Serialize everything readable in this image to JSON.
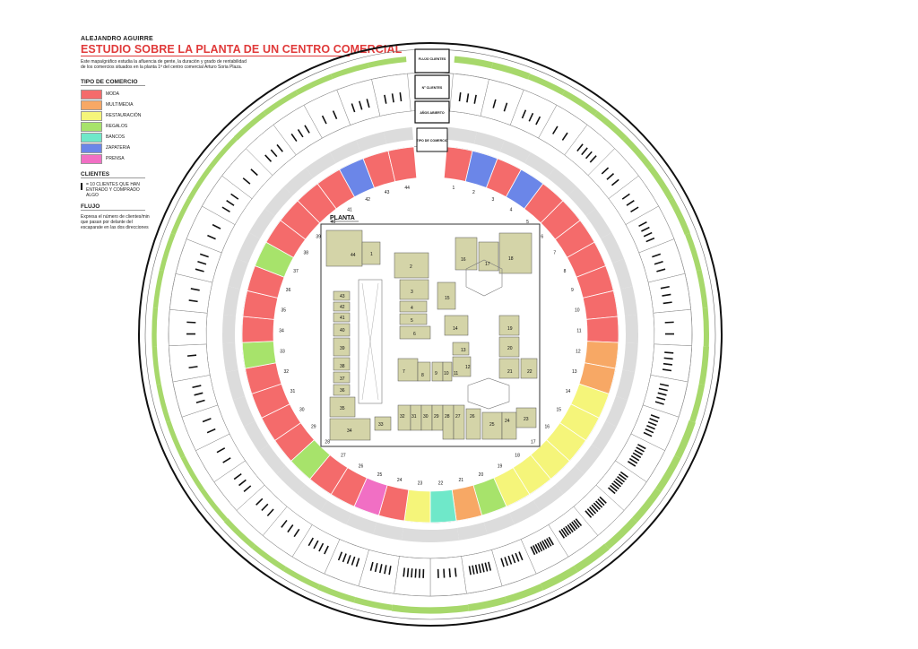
{
  "legend": {
    "author": "ALEJANDRO AGUIRRE",
    "title": "ESTUDIO SOBRE LA PLANTA DE UN CENTRO COMERCIAL",
    "description": "Este mapa/gráfico estudia la afluencia de gente, la duración y grado de rentabilidad de los comercios situados en la planta 1ª del centro comercial Arturo Soria Plaza.",
    "tipo_title": "TIPO DE COMERCIO",
    "types": [
      {
        "key": "moda",
        "label": "MODA",
        "color": "#f46b6b"
      },
      {
        "key": "multimedia",
        "label": "MULTIMEDIA",
        "color": "#f7a865"
      },
      {
        "key": "restauracion",
        "label": "RESTAURACIÓN",
        "color": "#f5f57a"
      },
      {
        "key": "regalos",
        "label": "REGALOS",
        "color": "#a7e36b"
      },
      {
        "key": "bancos",
        "label": "BANCOS",
        "color": "#6fe8c9"
      },
      {
        "key": "zapateria",
        "label": "ZAPATERIA",
        "color": "#6b86e8"
      },
      {
        "key": "prensa",
        "label": "PRENSA",
        "color": "#f16fc4"
      }
    ],
    "clientes_title": "CLIENTES",
    "clientes_desc": "= 10 CLIENTES QUE HAN ENTRADO Y COMPRADO ALGO",
    "flujo_title": "FLUJO",
    "flujo_desc": "Expresa el número de clientes/min que pasan por delante del escaparate en las dos direcciones"
  },
  "header_boxes": {
    "flujo": "FLUJO CLIENTES",
    "clientes": "Nº CLIENTES",
    "anos": "AÑOS ABIERTO",
    "tipo": "TIPO DE COMERCIO"
  },
  "plan": {
    "label": "PLANTA",
    "rooms": [
      "44",
      "1",
      "2",
      "3",
      "4",
      "5",
      "6",
      "7",
      "8",
      "9",
      "10",
      "11",
      "12",
      "13",
      "14",
      "15",
      "16",
      "17",
      "18",
      "19",
      "20",
      "21",
      "22",
      "23",
      "24",
      "25",
      "26",
      "27",
      "28",
      "29",
      "30",
      "31",
      "32",
      "33",
      "34",
      "35",
      "36",
      "37",
      "38",
      "39",
      "40",
      "41",
      "42",
      "43"
    ]
  },
  "stores": [
    {
      "n": "1",
      "type": "moda",
      "clients": 3,
      "flow": 0.7
    },
    {
      "n": "2",
      "type": "zapateria",
      "clients": 2,
      "flow": 0.7
    },
    {
      "n": "3",
      "type": "moda",
      "clients": 3,
      "flow": 0.6
    },
    {
      "n": "4",
      "type": "zapateria",
      "clients": 2,
      "flow": 0.6
    },
    {
      "n": "5",
      "type": "moda",
      "clients": 4,
      "flow": 0.6
    },
    {
      "n": "6",
      "type": "moda",
      "clients": 3,
      "flow": 0.6
    },
    {
      "n": "7",
      "type": "moda",
      "clients": 3,
      "flow": 0.6
    },
    {
      "n": "8",
      "type": "moda",
      "clients": 4,
      "flow": 0.6
    },
    {
      "n": "9",
      "type": "moda",
      "clients": 3,
      "flow": 0.5
    },
    {
      "n": "10",
      "type": "moda",
      "clients": 3,
      "flow": 0.5
    },
    {
      "n": "11",
      "type": "moda",
      "clients": 2,
      "flow": 0.5
    },
    {
      "n": "12",
      "type": "multimedia",
      "clients": 4,
      "flow": 0.6
    },
    {
      "n": "13",
      "type": "multimedia",
      "clients": 5,
      "flow": 0.6
    },
    {
      "n": "14",
      "type": "restauracion",
      "clients": 6,
      "flow": 0.8
    },
    {
      "n": "15",
      "type": "restauracion",
      "clients": 7,
      "flow": 0.8
    },
    {
      "n": "16",
      "type": "restauracion",
      "clients": 8,
      "flow": 0.8
    },
    {
      "n": "17",
      "type": "restauracion",
      "clients": 8,
      "flow": 0.8
    },
    {
      "n": "18",
      "type": "restauracion",
      "clients": 9,
      "flow": 0.9
    },
    {
      "n": "19",
      "type": "restauracion",
      "clients": 9,
      "flow": 0.9
    },
    {
      "n": "20",
      "type": "regalos",
      "clients": 6,
      "flow": 0.8
    },
    {
      "n": "21",
      "type": "multimedia",
      "clients": 7,
      "flow": 0.8
    },
    {
      "n": "22",
      "type": "bancos",
      "clients": 4,
      "flow": 0.7
    },
    {
      "n": "23",
      "type": "restauracion",
      "clients": 6,
      "flow": 0.7
    },
    {
      "n": "24",
      "type": "moda",
      "clients": 5,
      "flow": 0.6
    },
    {
      "n": "25",
      "type": "prensa",
      "clients": 5,
      "flow": 0.6
    },
    {
      "n": "26",
      "type": "moda",
      "clients": 4,
      "flow": 0.5
    },
    {
      "n": "27",
      "type": "moda",
      "clients": 3,
      "flow": 0.5
    },
    {
      "n": "28",
      "type": "regalos",
      "clients": 3,
      "flow": 0.5
    },
    {
      "n": "29",
      "type": "moda",
      "clients": 3,
      "flow": 0.4
    },
    {
      "n": "30",
      "type": "moda",
      "clients": 2,
      "flow": 0.4
    },
    {
      "n": "31",
      "type": "moda",
      "clients": 2,
      "flow": 0.4
    },
    {
      "n": "32",
      "type": "moda",
      "clients": 3,
      "flow": 0.4
    },
    {
      "n": "33",
      "type": "regalos",
      "clients": 2,
      "flow": 0.4
    },
    {
      "n": "34",
      "type": "moda",
      "clients": 2,
      "flow": 0.4
    },
    {
      "n": "35",
      "type": "moda",
      "clients": 2,
      "flow": 0.4
    },
    {
      "n": "36",
      "type": "moda",
      "clients": 3,
      "flow": 0.4
    },
    {
      "n": "37",
      "type": "regalos",
      "clients": 2,
      "flow": 0.4
    },
    {
      "n": "38",
      "type": "moda",
      "clients": 3,
      "flow": 0.4
    },
    {
      "n": "39",
      "type": "moda",
      "clients": 2,
      "flow": 0.4
    },
    {
      "n": "40",
      "type": "moda",
      "clients": 3,
      "flow": 0.5
    },
    {
      "n": "41",
      "type": "moda",
      "clients": 3,
      "flow": 0.5
    },
    {
      "n": "42",
      "type": "zapateria",
      "clients": 2,
      "flow": 0.5
    },
    {
      "n": "43",
      "type": "moda",
      "clients": 3,
      "flow": 0.5
    },
    {
      "n": "44",
      "type": "moda",
      "clients": 3,
      "flow": 0.5
    }
  ]
}
